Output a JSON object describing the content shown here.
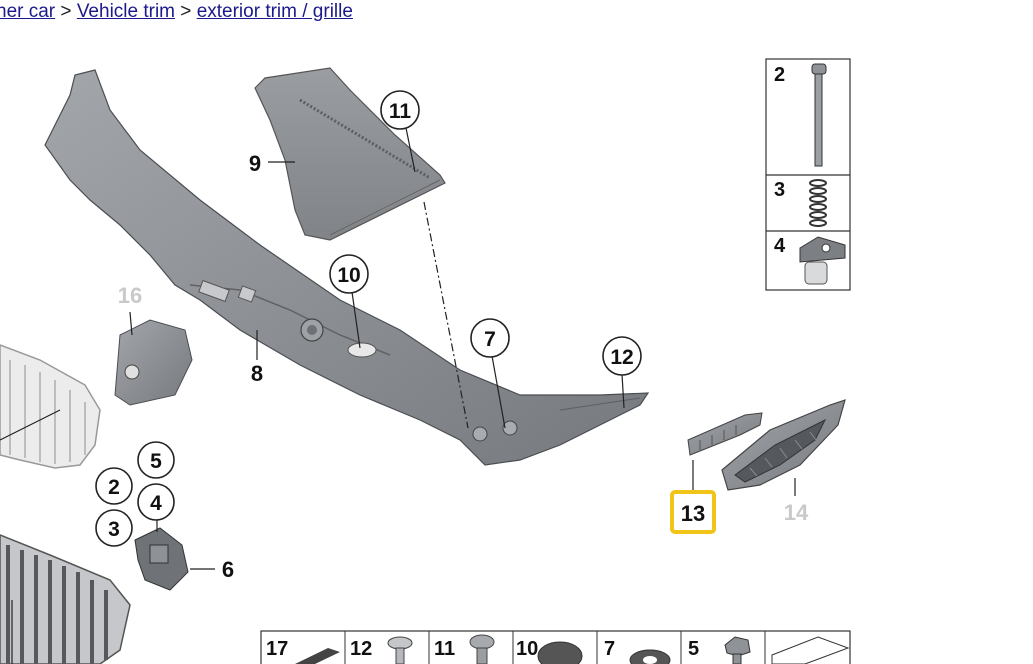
{
  "breadcrumb": {
    "items": [
      "her car",
      "Vehicle trim",
      "exterior trim / grille"
    ],
    "separator": ">"
  },
  "diagram": {
    "callouts": {
      "c11": "11",
      "c9": "9",
      "c10": "10",
      "c8": "8",
      "c7": "7",
      "c12": "12",
      "c16": "16",
      "c2": "2",
      "c5": "5",
      "c4": "4",
      "c3": "3",
      "c6": "6",
      "c13": "13",
      "c14": "14"
    },
    "legend_top": [
      "2",
      "3",
      "4"
    ],
    "legend_bottom": [
      "17",
      "12",
      "11",
      "10",
      "7",
      "5"
    ],
    "colors": {
      "part": "#8c8f94",
      "part_dark": "#6f7277",
      "part_light": "#b5b8bc",
      "highlight": "#f0c419",
      "faded": "#c9c9c9"
    }
  }
}
